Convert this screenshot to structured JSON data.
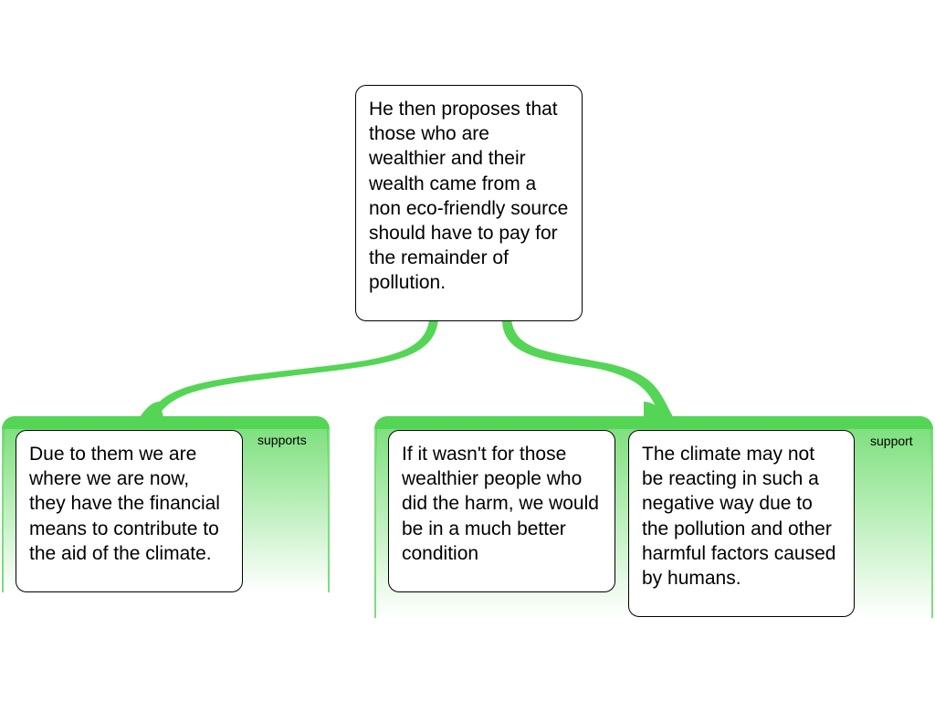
{
  "claim": "He then proposes that those who are wealthier and their wealth came from a non eco-friendly source should have to pay for the remainder of pollution.",
  "groups": [
    {
      "label": "supports",
      "reasons": [
        "Due to them we are where we are now, they have the financial means to contribute to the aid of the climate."
      ]
    },
    {
      "label": "support",
      "reasons": [
        "If it wasn't for those wealthier people who did the harm, we would be in a much better condition",
        "The climate may not be reacting in such a negative way due to the pollution and other harmful factors caused by humans."
      ]
    }
  ],
  "colors": {
    "connector": "#55d555"
  }
}
